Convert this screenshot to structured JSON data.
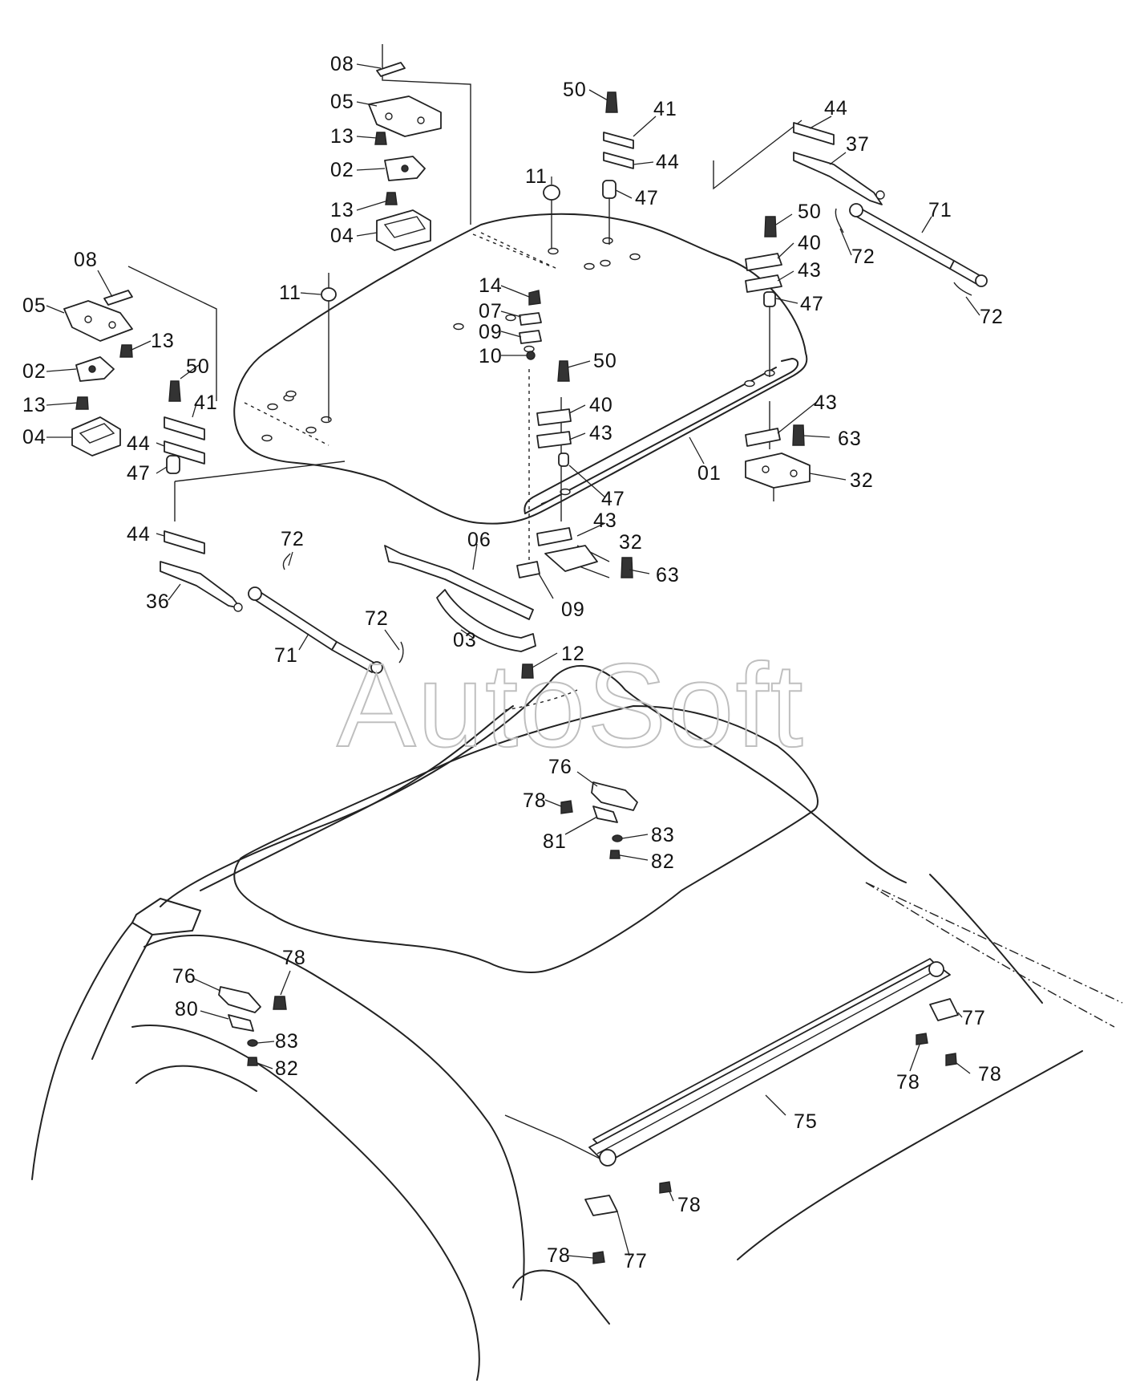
{
  "watermark": "AutoSoft",
  "callouts": [
    {
      "id": "c1",
      "label": "08"
    },
    {
      "id": "c2",
      "label": "05"
    },
    {
      "id": "c3",
      "label": "13"
    },
    {
      "id": "c4",
      "label": "02"
    },
    {
      "id": "c5",
      "label": "13"
    },
    {
      "id": "c6",
      "label": "04"
    },
    {
      "id": "c7",
      "label": "08"
    },
    {
      "id": "c8",
      "label": "05"
    },
    {
      "id": "c9",
      "label": "13"
    },
    {
      "id": "c10",
      "label": "02"
    },
    {
      "id": "c11",
      "label": "13"
    },
    {
      "id": "c12",
      "label": "04"
    },
    {
      "id": "c13",
      "label": "11"
    },
    {
      "id": "c14",
      "label": "11"
    },
    {
      "id": "c15",
      "label": "50"
    },
    {
      "id": "c16",
      "label": "41"
    },
    {
      "id": "c17",
      "label": "44"
    },
    {
      "id": "c18",
      "label": "47"
    },
    {
      "id": "c19",
      "label": "44"
    },
    {
      "id": "c20",
      "label": "37"
    },
    {
      "id": "c21",
      "label": "71"
    },
    {
      "id": "c22",
      "label": "72"
    },
    {
      "id": "c23",
      "label": "72"
    },
    {
      "id": "c24",
      "label": "50"
    },
    {
      "id": "c25",
      "label": "40"
    },
    {
      "id": "c26",
      "label": "43"
    },
    {
      "id": "c27",
      "label": "47"
    },
    {
      "id": "c28",
      "label": "14"
    },
    {
      "id": "c29",
      "label": "07"
    },
    {
      "id": "c30",
      "label": "09"
    },
    {
      "id": "c31",
      "label": "10"
    },
    {
      "id": "c32",
      "label": "50"
    },
    {
      "id": "c33",
      "label": "40"
    },
    {
      "id": "c34",
      "label": "43"
    },
    {
      "id": "c35",
      "label": "47"
    },
    {
      "id": "c36",
      "label": "01"
    },
    {
      "id": "c37",
      "label": "43"
    },
    {
      "id": "c38",
      "label": "63"
    },
    {
      "id": "c39",
      "label": "32"
    },
    {
      "id": "c40",
      "label": "50"
    },
    {
      "id": "c41",
      "label": "41"
    },
    {
      "id": "c42",
      "label": "44"
    },
    {
      "id": "c43",
      "label": "47"
    },
    {
      "id": "c44",
      "label": "44"
    },
    {
      "id": "c45",
      "label": "36"
    },
    {
      "id": "c46",
      "label": "72"
    },
    {
      "id": "c47",
      "label": "71"
    },
    {
      "id": "c48",
      "label": "72"
    },
    {
      "id": "c49",
      "label": "06"
    },
    {
      "id": "c50",
      "label": "43"
    },
    {
      "id": "c51",
      "label": "32"
    },
    {
      "id": "c52",
      "label": "63"
    },
    {
      "id": "c53",
      "label": "09"
    },
    {
      "id": "c54",
      "label": "03"
    },
    {
      "id": "c55",
      "label": "12"
    },
    {
      "id": "c56",
      "label": "76"
    },
    {
      "id": "c57",
      "label": "78"
    },
    {
      "id": "c58",
      "label": "81"
    },
    {
      "id": "c59",
      "label": "83"
    },
    {
      "id": "c60",
      "label": "82"
    },
    {
      "id": "c61",
      "label": "76"
    },
    {
      "id": "c62",
      "label": "78"
    },
    {
      "id": "c63",
      "label": "80"
    },
    {
      "id": "c64",
      "label": "83"
    },
    {
      "id": "c65",
      "label": "82"
    },
    {
      "id": "c66",
      "label": "77"
    },
    {
      "id": "c67",
      "label": "78"
    },
    {
      "id": "c68",
      "label": "78"
    },
    {
      "id": "c69",
      "label": "75"
    },
    {
      "id": "c70",
      "label": "78"
    },
    {
      "id": "c71",
      "label": "77"
    },
    {
      "id": "c72",
      "label": "78"
    }
  ]
}
